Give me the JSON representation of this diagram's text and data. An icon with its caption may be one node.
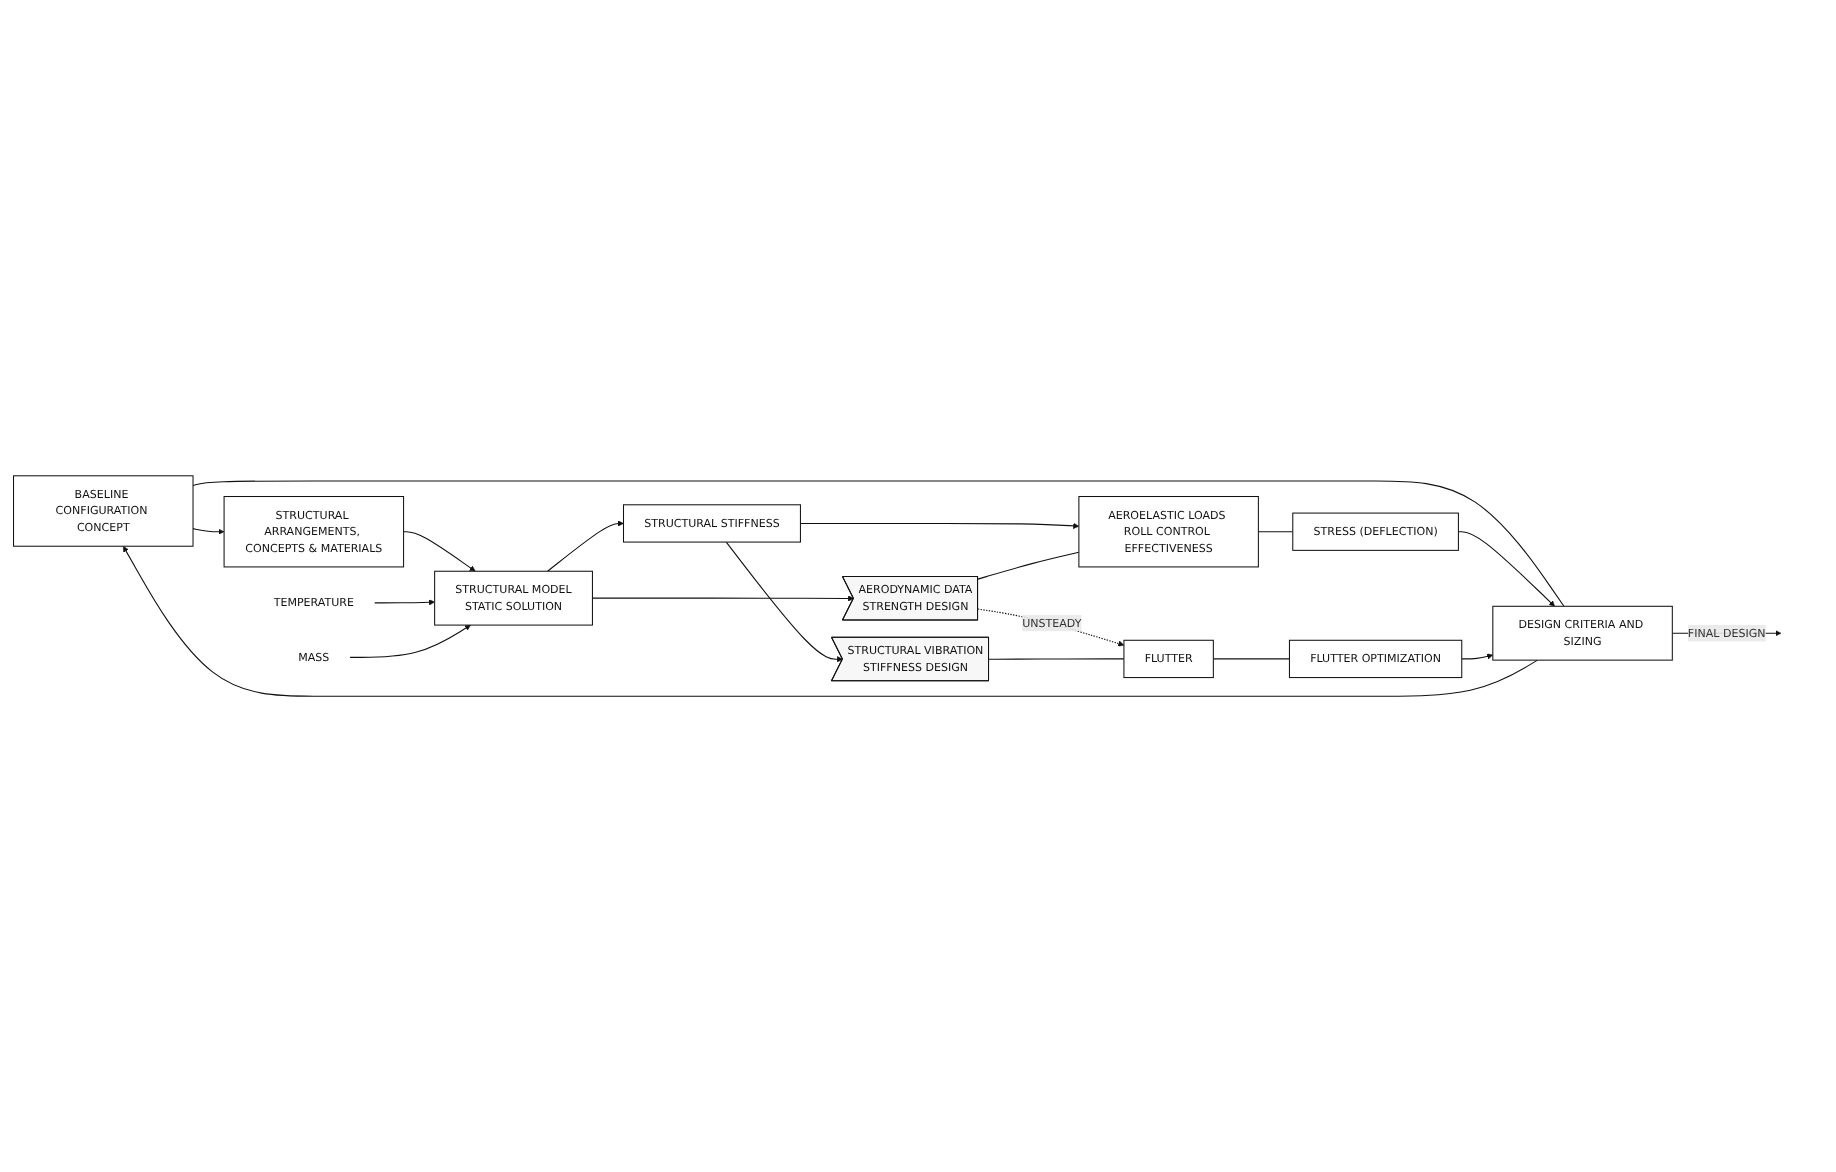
{
  "diagram": {
    "nodes": [
      {
        "text": [
          "BASELINE CONFIGURATION CONCEPT"
        ]
      },
      {
        "text": [
          "DESIGN CRITERIA AND SIZING"
        ]
      },
      {
        "text": [
          "STRUCTURAL ARRANGEMENTS, CONCEPTS & MATERIALS"
        ]
      },
      {
        "text": [
          "STRUCTURAL MODEL",
          "STATIC SOLUTION"
        ]
      },
      {
        "text": [
          "TEMPERATURE"
        ]
      },
      {
        "text": [
          "MASS"
        ]
      },
      {
        "text": [
          "STRUCTURAL STIFFNESS"
        ]
      },
      {
        "text": [
          "STRESS (DEFLECTION)"
        ]
      },
      {
        "text": [
          "FLUTTER OPTIMIZATION"
        ]
      },
      {
        "text": [
          "AEROELASTIC LOADS ROLL CONTROL EFFECTIVENESS"
        ]
      },
      {
        "text": [
          "FLUTTER"
        ]
      },
      {
        "text": [
          "AERODYNAMIC DATA",
          "STRENGTH DESIGN"
        ]
      },
      {
        "text": [
          "STRUCTURAL VIBRATION",
          "STIFFNESS DESIGN"
        ]
      }
    ],
    "edges": [
      {
        "from": 0,
        "to": 1,
        "arrow": "none"
      },
      {
        "from": 1,
        "to": 0,
        "arrow": "to"
      },
      {
        "from": 1,
        "to": null,
        "arrow": "to",
        "label": "FINAL DESIGN"
      },
      {
        "from": 0,
        "to": 2,
        "arrow": "to"
      },
      {
        "from": 2,
        "to": 3,
        "arrow": "to"
      },
      {
        "from": 4,
        "to": 3,
        "arrow": "to"
      },
      {
        "from": 5,
        "to": 3,
        "arrow": "to"
      },
      {
        "from": 3,
        "to": 6,
        "arrow": "to"
      },
      {
        "from": 3,
        "to": 11,
        "arrow": "to"
      },
      {
        "from": 6,
        "to": 9,
        "arrow": "to"
      },
      {
        "from": 6,
        "to": 12,
        "arrow": "to"
      },
      {
        "from": 11,
        "to": 9,
        "arrow": "none"
      },
      {
        "from": 9,
        "to": 7,
        "arrow": "none"
      },
      {
        "from": 7,
        "to": 1,
        "arrow": "to"
      },
      {
        "from": 11,
        "to": 10,
        "arrow": "to",
        "label": "UNSTEADY",
        "style": "dashed"
      },
      {
        "from": 12,
        "to": 10,
        "arrow": "none"
      },
      {
        "from": 10,
        "to": 8,
        "arrow": "none"
      },
      {
        "from": 8,
        "to": 1,
        "arrow": "to"
      }
    ]
  }
}
